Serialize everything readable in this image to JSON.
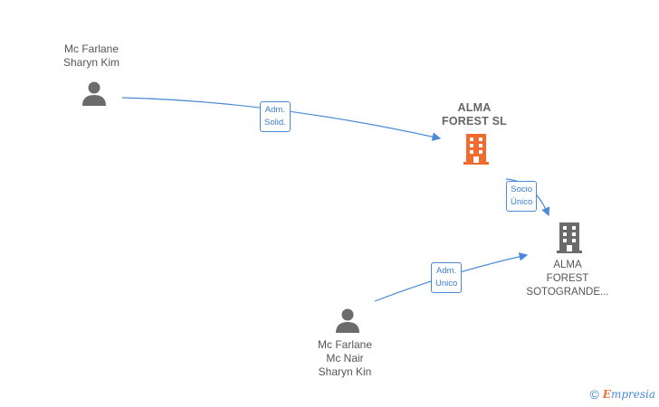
{
  "nodes": {
    "person_top": {
      "name_line1": "Mc Farlane",
      "name_line2": "Sharyn Kim",
      "icon": "person-icon"
    },
    "company_main": {
      "name_line1": "ALMA",
      "name_line2": "FOREST  SL",
      "icon": "building-icon",
      "color": "#f26a2e"
    },
    "company_sub": {
      "name_line1": "ALMA",
      "name_line2": "FOREST",
      "name_line3": "SOTOGRANDE...",
      "icon": "building-icon",
      "color": "#6b6b6b"
    },
    "person_bottom": {
      "name_line1": "Mc Farlane",
      "name_line2": "Mc Nair",
      "name_line3": "Sharyn Kin",
      "icon": "person-icon"
    }
  },
  "edges": {
    "e1": {
      "line1": "Adm.",
      "line2": "Solid."
    },
    "e2": {
      "line1": "Socio",
      "line2": "Único"
    },
    "e3": {
      "line1": "Adm.",
      "line2": "Unico"
    }
  },
  "colors": {
    "edge": "#4a8ad6",
    "person": "#6b6b6b"
  },
  "brand": {
    "copyright": "©",
    "initial": "E",
    "rest": "mpresia"
  }
}
